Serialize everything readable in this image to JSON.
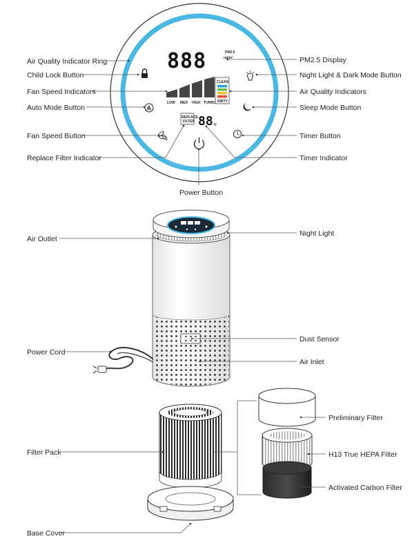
{
  "panel": {
    "display_digits": "888",
    "pm_unit": "PM2.5",
    "pm_unit2": "ug/m³",
    "timer_digits": "88",
    "timer_unit": "H",
    "replace_filter_line1": "REPLACE",
    "replace_filter_line2": "FILTER",
    "fan_levels": [
      "LOW",
      "MED",
      "HIGH",
      "TURBO"
    ],
    "aq_levels": [
      "CLEAN",
      "DIRTY"
    ],
    "auto_glyph": "A"
  },
  "labels": {
    "air_quality_ring": "Air Quality Indicator Ring",
    "child_lock": "Child Lock Button",
    "fan_speed_indicators": "Fan Speed Indicators",
    "auto_mode": "Auto Mode Button",
    "fan_speed_button": "Fan Speed Button",
    "replace_filter": "Replace Filter Indicator",
    "pm25_display": "PM2.5 Display",
    "night_light_dark_mode": "Night Light & Dark Mode Button",
    "air_quality_indicators": "Air Quality Indicators",
    "sleep_mode": "Sleep Mode Button",
    "timer_button": "Timer Button",
    "timer_indicator": "Timer Indicator",
    "power_button": "Power Button",
    "air_outlet": "Air Outlet",
    "night_light": "Night Light",
    "dust_sensor": "Dust Sensor",
    "power_cord": "Power Cord",
    "air_inlet": "Air Inlet",
    "filter_pack": "Filter Pack",
    "preliminary_filter": "Preliminary Filter",
    "hepa_filter": "H13 True HEPA Filter",
    "carbon_filter": "Activated Carbon Filter",
    "base_cover": "Base Cover"
  },
  "colors": {
    "ring": "#4ab8e3",
    "aq_clean": "#2a9fd6",
    "aq_good": "#6bbf4e",
    "aq_mid": "#f2c12e",
    "aq_bad": "#e84a3c"
  }
}
